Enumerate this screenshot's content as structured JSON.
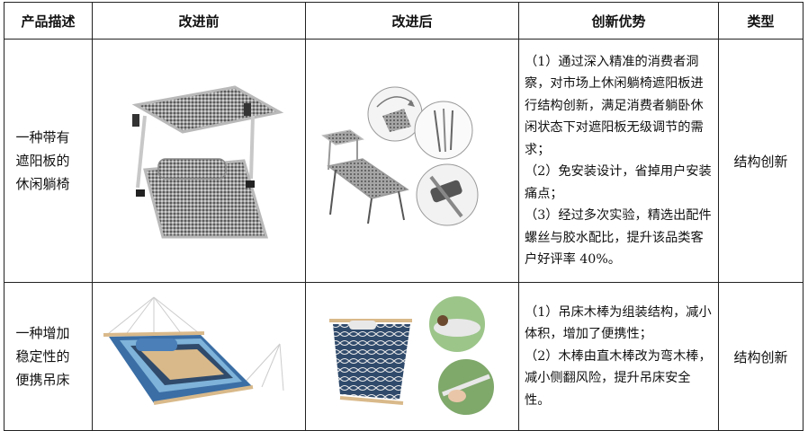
{
  "table": {
    "headers": [
      "产品描述",
      "改进前",
      "改进后",
      "创新优势",
      "类型"
    ],
    "rows": [
      {
        "desc": "一种带有遮阳板的休闲躺椅",
        "advantages": [
          "（1）通过深入精准的消费者洞察，对市场上休闲躺椅遮阳板进行结构创新，满足消费者躺卧休闲状态下对遮阳板无级调节的需求；",
          "（2）免安装设计，省掉用户安装痛点；",
          "（3）经过多次实验，精选出配件螺丝与胶水配比，提升该品类客户好评率 40%。"
        ],
        "type": "结构创新"
      },
      {
        "desc": "一种增加稳定性的便携吊床",
        "advantages": [
          "（1）吊床木棒为组装结构，减小体积，增加了便携性；",
          "（2）木棒由直木棒改为弯木棒，减小侧翻风险，提升吊床安全性。"
        ],
        "type": "结构创新"
      }
    ]
  },
  "colors": {
    "border": "#222222",
    "fabric": "#8f8f8f",
    "frame": "#c8c8c8",
    "hammock_blue": "#3a6ea5",
    "hammock_navy": "#2f4a6b",
    "wood": "#d9b98a"
  },
  "icons": [
    "lounge-chair-image",
    "lounge-chair-detail-image",
    "hammock-image",
    "hammock-detail-image"
  ]
}
